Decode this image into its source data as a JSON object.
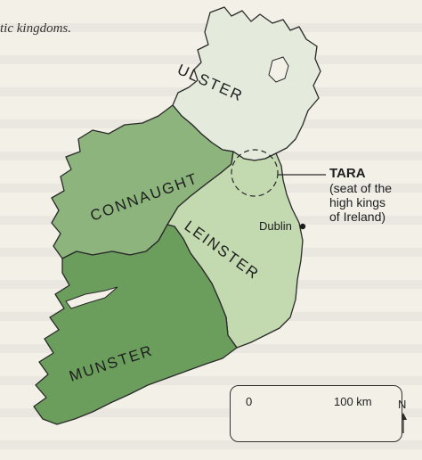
{
  "caption": "tic kingdoms.",
  "regions": {
    "ulster": "ULSTER",
    "connaught": "CONNAUGHT",
    "leinster": "LEINSTER",
    "munster": "MUNSTER"
  },
  "places": {
    "dublin": "Dublin"
  },
  "callout": {
    "title": "TARA",
    "line1": "(seat of the",
    "line2": "high kings",
    "line3": "of Ireland)"
  },
  "scale": {
    "zero": "0",
    "max": "100 km",
    "north": "N"
  },
  "colors": {
    "ulster": "#e4ebdc",
    "connaught": "#8cb47c",
    "leinster": "#c3d9b0",
    "munster": "#6b9e5c",
    "coast": "#2a2a2a"
  }
}
